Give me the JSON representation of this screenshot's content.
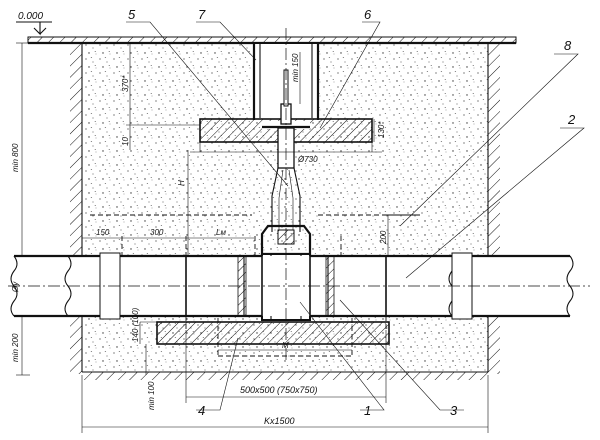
{
  "elevation": "0.000",
  "callouts": {
    "c1": "1",
    "c2": "2",
    "c3": "3",
    "c4": "4",
    "c5": "5",
    "c6": "6",
    "c7": "7",
    "c8": "8"
  },
  "dims": {
    "min800": "min 800",
    "min150": "min 150",
    "d370": "370*",
    "d10": "10",
    "d130": "130*",
    "phi730": "Ø730",
    "H": "H",
    "d150": "150",
    "d300": "300",
    "Lm": "Lм",
    "d200": "200",
    "DN": "Øy",
    "min200": "min 200",
    "d140": "140 (100)",
    "M": "M",
    "min100": "min 100",
    "slab": "500x500 (750x750)",
    "K1500": "Kx1500"
  }
}
